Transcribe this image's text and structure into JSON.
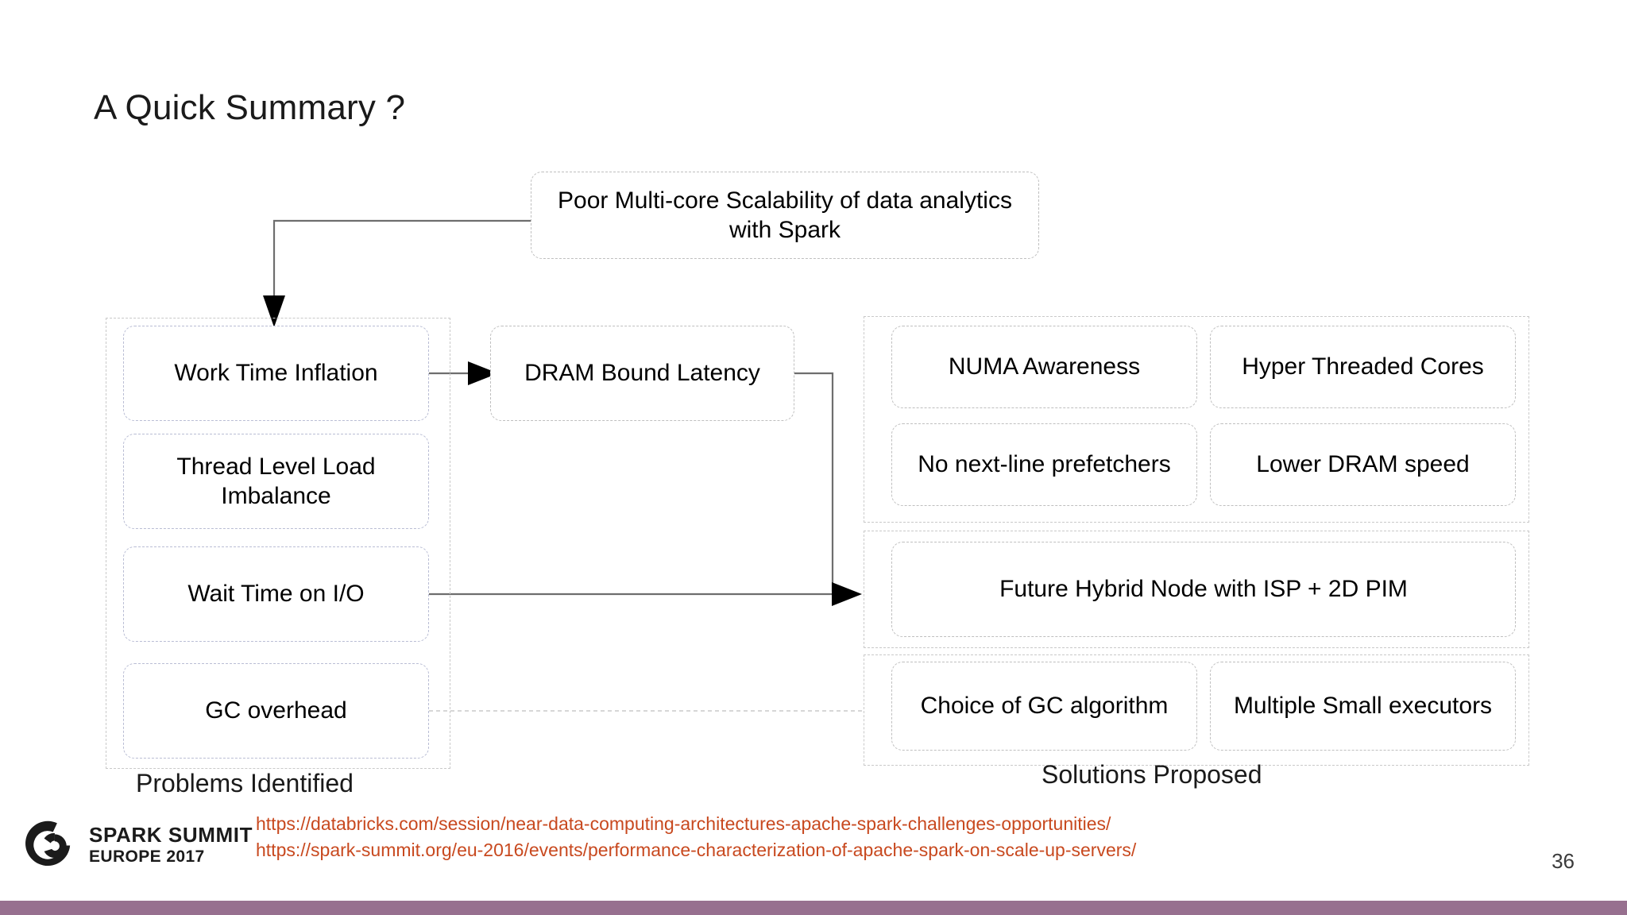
{
  "slide": {
    "title": "A Quick Summary ?",
    "page_number": "36",
    "accent_color": "#97708f",
    "link_color": "#c8491f",
    "box_border_color": "#b9bdd4",
    "group_border_color": "#c9c9c9"
  },
  "diagram": {
    "root": {
      "label": "Poor Multi-core Scalability of data analytics with Spark"
    },
    "problems": {
      "caption": "Problems Identified",
      "items": [
        {
          "label": "Work Time Inflation"
        },
        {
          "label": "Thread Level Load Imbalance"
        },
        {
          "label": "Wait Time on I/O"
        },
        {
          "label": "GC overhead"
        }
      ]
    },
    "middle": {
      "items": [
        {
          "label": "DRAM Bound Latency"
        }
      ]
    },
    "solutions": {
      "caption": "Solutions Proposed",
      "groups": [
        {
          "items": [
            {
              "label": "NUMA Awareness"
            },
            {
              "label": "Hyper Threaded Cores"
            },
            {
              "label": "No next-line prefetchers"
            },
            {
              "label": "Lower DRAM speed"
            }
          ]
        },
        {
          "items": [
            {
              "label": "Future Hybrid Node with ISP + 2D PIM"
            }
          ]
        },
        {
          "items": [
            {
              "label": "Choice of GC algorithm"
            },
            {
              "label": "Multiple Small executors"
            }
          ]
        }
      ]
    }
  },
  "links": [
    "https://databricks.com/session/near-data-computing-architectures-apache-spark-challenges-opportunities/",
    "https://spark-summit.org/eu-2016/events/performance-characterization-of-apache-spark-on-scale-up-servers/"
  ],
  "logo": {
    "line1": "SPARK SUMMIT",
    "line2": "EUROPE 2017"
  }
}
